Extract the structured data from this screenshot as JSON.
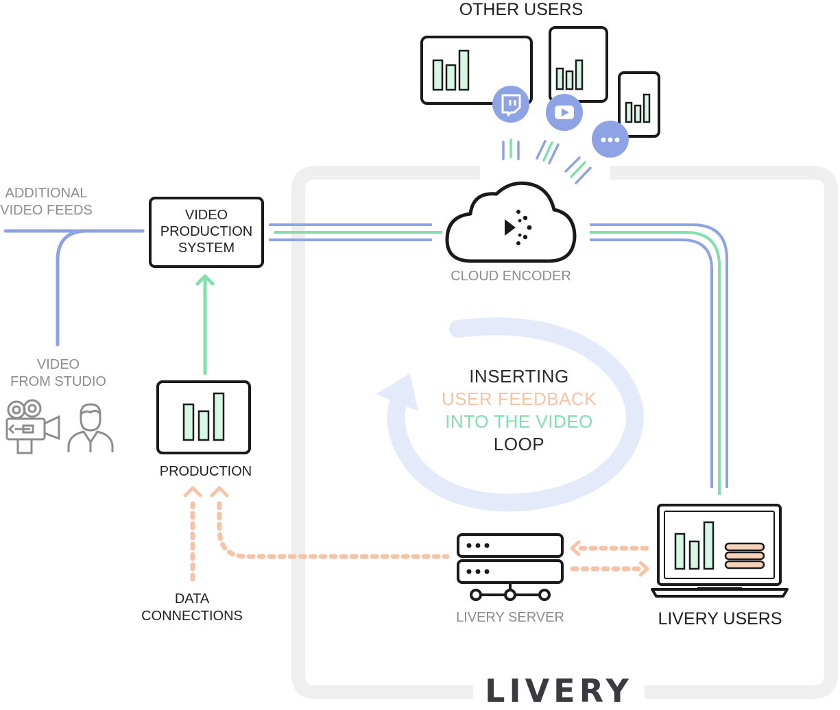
{
  "labels": {
    "other_users": "OTHER USERS",
    "additional_feeds": [
      "ADDITIONAL",
      "VIDEO FEEDS"
    ],
    "video_production": [
      "VIDEO",
      "PRODUCTION",
      "SYSTEM"
    ],
    "cloud_encoder": "CLOUD ENCODER",
    "video_from_studio": [
      "VIDEO",
      "FROM STUDIO"
    ],
    "production": "PRODUCTION",
    "data_connections": [
      "DATA",
      "CONNECTIONS"
    ],
    "livery_server": "LIVERY SERVER",
    "livery_users": "LIVERY USERS",
    "loop": [
      "INSERTING",
      "USER FEEDBACK",
      "INTO THE VIDEO",
      "LOOP"
    ],
    "brand": "LIVERY"
  },
  "colors": {
    "blue": "#8ea2e6",
    "green": "#7fe0ad",
    "orange": "#f7c3a6",
    "frame": "#efefef",
    "loop_arrow": "#e4eaf9",
    "outline": "#1a1a1a",
    "gray_text": "#8c8c8c",
    "chart_fill": "#d6f7e6",
    "chart_stroke": "#1a1a1a",
    "menu_fill": "#f7d2ba"
  },
  "icons": {
    "twitch": "twitch-icon",
    "youtube": "youtube-icon",
    "more": "more-icon",
    "cloud": "cloud-icon",
    "camera": "video-camera-icon",
    "person": "person-icon",
    "server": "server-icon",
    "laptop": "laptop-icon"
  }
}
